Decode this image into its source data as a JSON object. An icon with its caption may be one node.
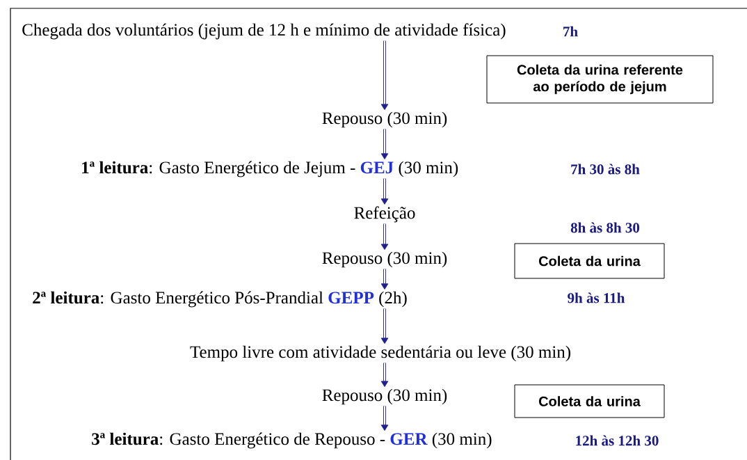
{
  "diagram": {
    "nodes": [
      {
        "text": [
          "Chegada dos voluntários (jejum de 12 h e mínimo de atividade física)"
        ]
      },
      {
        "text": [
          "Coleta da urina referente ao período de jejum"
        ]
      },
      {
        "text": [
          "Repouso (30 min)"
        ]
      },
      {
        "text": [
          "**1ª leitura**: Gasto Energético de Jejum -",
          "GEJ",
          "(30 min)"
        ]
      },
      {
        "text": [
          "Refeição"
        ]
      },
      {
        "text": [
          "Repouso (30 min)"
        ]
      },
      {
        "text": [
          "Coleta da urina"
        ]
      },
      {
        "text": [
          "**2ª leitura**: Gasto Energético Pós-Prandial",
          "GEPP",
          "(2h)"
        ]
      },
      {
        "text": [
          "Tempo livre com atividade sedentária ou leve (30 min)"
        ]
      },
      {
        "text": [
          "Repouso (30 min)"
        ]
      },
      {
        "text": [
          "Coleta da urina"
        ]
      },
      {
        "text": [
          "**3ª leitura**: Gasto Energético de Repouso -",
          "GER",
          "(30 min)"
        ]
      }
    ],
    "labels": [
      "7h",
      "7h 30 às 8h",
      "8h às 8h 30",
      "9h às 11h",
      "12h às 12h 30"
    ],
    "edges": [
      {
        "from": 0,
        "to": 2,
        "arrow": "to"
      },
      {
        "from": 2,
        "to": 3,
        "arrow": "to"
      },
      {
        "from": 3,
        "to": 4,
        "arrow": "to"
      },
      {
        "from": 4,
        "to": 5,
        "arrow": "to"
      },
      {
        "from": 5,
        "to": 7,
        "arrow": "to"
      },
      {
        "from": 7,
        "to": 8,
        "arrow": "to"
      },
      {
        "from": 8,
        "to": 9,
        "arrow": "to"
      },
      {
        "from": 9,
        "to": 11,
        "arrow": "to"
      }
    ]
  }
}
